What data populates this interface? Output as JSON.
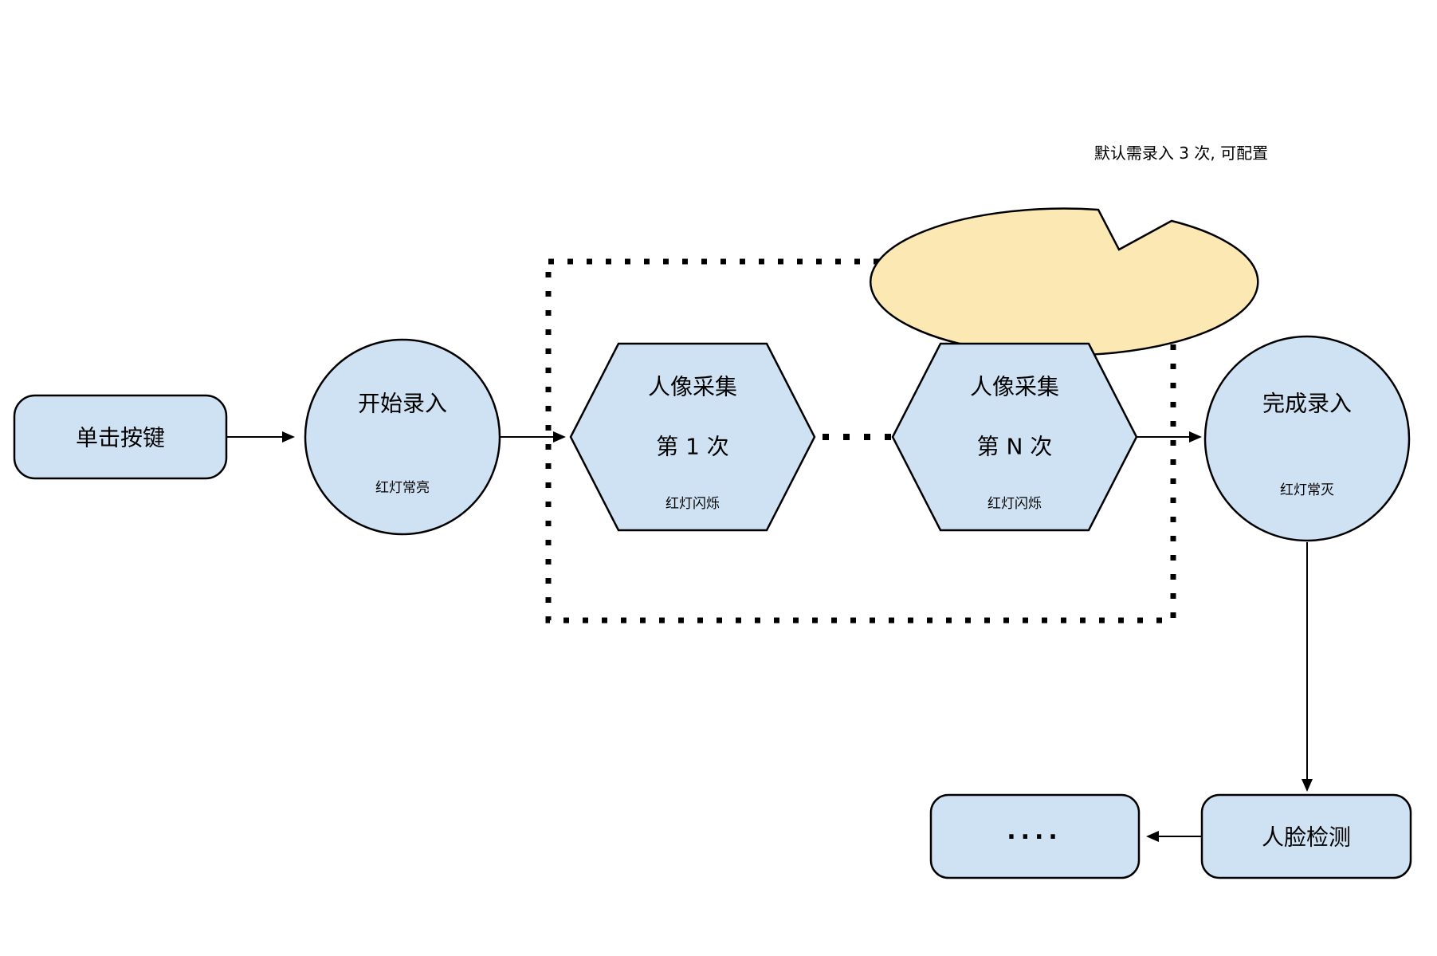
{
  "diagram": {
    "bubble": {
      "text": "默认需录入 3 次, 可配置"
    },
    "nodes": {
      "click_button": {
        "label": "单击按键"
      },
      "start_enroll": {
        "label": "开始录入",
        "sublabel": "红灯常亮"
      },
      "capture_1": {
        "line1": "人像采集",
        "line2": "第 1 次",
        "sublabel": "红灯闪烁"
      },
      "capture_n": {
        "line1": "人像采集",
        "line2": "第 N 次",
        "sublabel": "红灯闪烁"
      },
      "finish_enroll": {
        "label": "完成录入",
        "sublabel": "红灯常灭"
      },
      "face_detect": {
        "label": "人脸检测"
      },
      "ellipsis_box": {
        "label": "...."
      }
    },
    "colors": {
      "node_fill": "#cfe2f3",
      "bubble_fill": "#fce8b2",
      "stroke": "#000000"
    }
  }
}
